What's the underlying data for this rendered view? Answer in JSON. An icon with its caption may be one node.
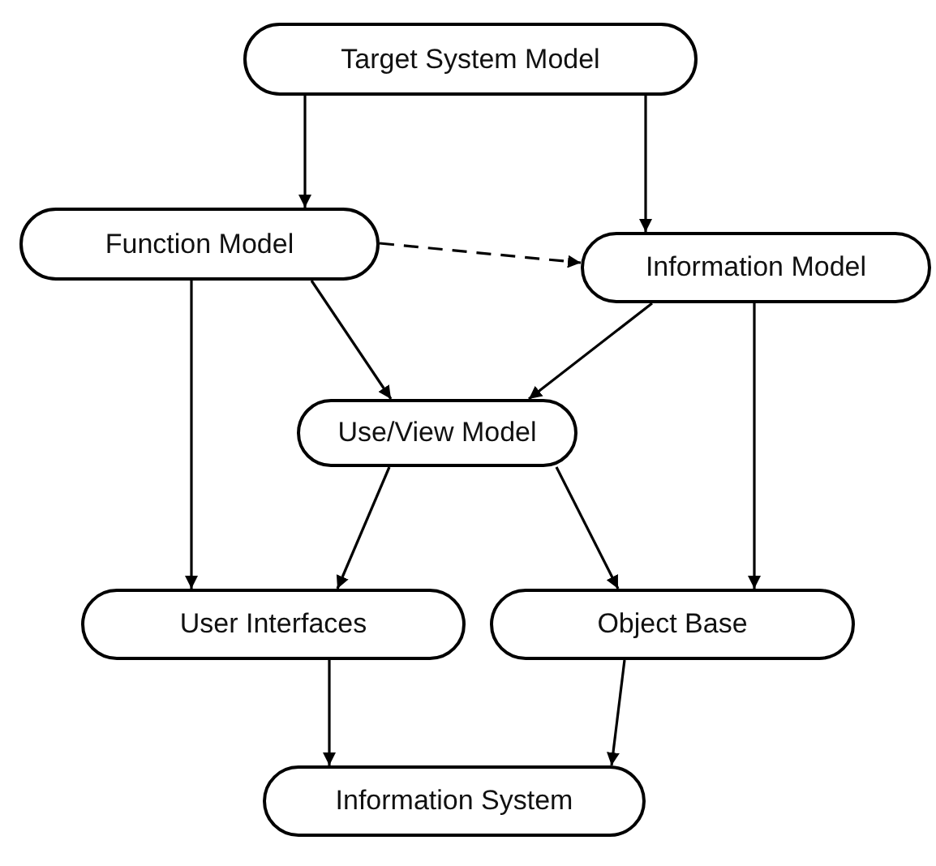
{
  "diagram": {
    "nodes": [
      {
        "text": [
          "Target System Model"
        ]
      },
      {
        "text": [
          "Function Model"
        ]
      },
      {
        "text": [
          "Information Model"
        ]
      },
      {
        "text": [
          "Use/View Model"
        ]
      },
      {
        "text": [
          "User Interfaces"
        ]
      },
      {
        "text": [
          "Object Base"
        ]
      },
      {
        "text": [
          "Information System"
        ]
      }
    ],
    "edges": [
      {
        "from": 0,
        "to": 1,
        "arrow": "to"
      },
      {
        "from": 0,
        "to": 2,
        "arrow": "to"
      },
      {
        "from": 1,
        "to": 2,
        "arrow": "to",
        "style": "dashed"
      },
      {
        "from": 1,
        "to": 3,
        "arrow": "to"
      },
      {
        "from": 2,
        "to": 3,
        "arrow": "to"
      },
      {
        "from": 1,
        "to": 4,
        "arrow": "to"
      },
      {
        "from": 3,
        "to": 4,
        "arrow": "to"
      },
      {
        "from": 3,
        "to": 5,
        "arrow": "to"
      },
      {
        "from": 2,
        "to": 5,
        "arrow": "to"
      },
      {
        "from": 4,
        "to": 6,
        "arrow": "to"
      },
      {
        "from": 5,
        "to": 6,
        "arrow": "to"
      }
    ]
  }
}
